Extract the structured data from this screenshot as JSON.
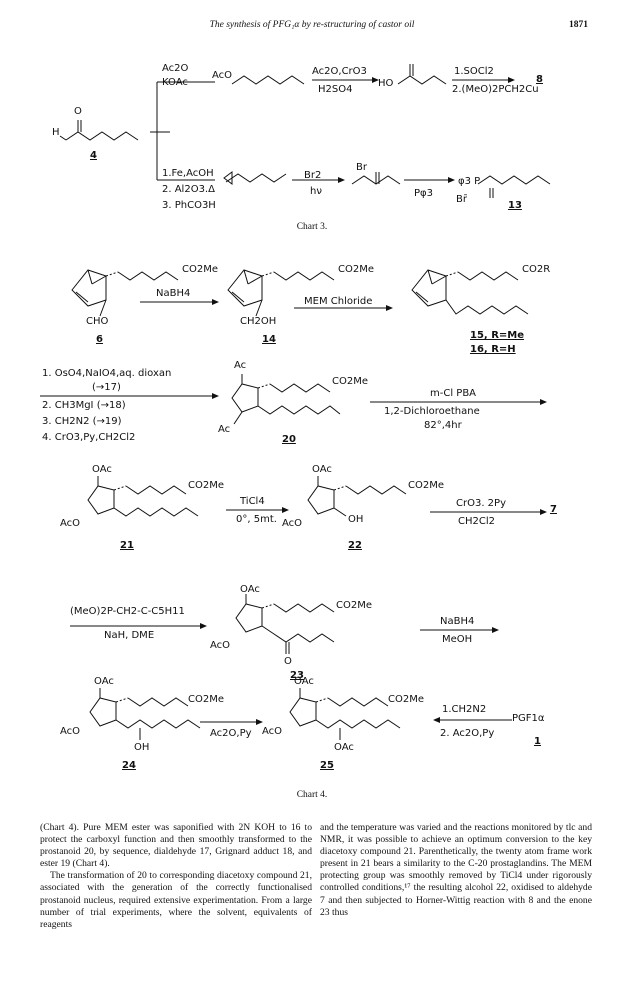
{
  "header": {
    "title": "The synthesis of PFG₁α by re-structuring of castor oil",
    "page_number": "1871"
  },
  "chart3": {
    "caption": "Chart 3.",
    "compound_4": "4",
    "upper_reagent": "Ac2O\nKOAc",
    "upper_ac": "AcO",
    "upper_reagent2_top": "Ac2O,CrO3",
    "upper_reagent2_bot": "H2SO4",
    "upper_ho": "HO",
    "upper_reagent3_top": "1.SOCl2",
    "upper_reagent3_bot": "2.(MeO)2PCH2Cu",
    "compound_8": "8",
    "lower_reagents": [
      "1.Fe,AcOH",
      "2. Al2O3.Δ",
      "3. PhCO3H"
    ],
    "br2": "Br2",
    "hv": "hν",
    "br": "Br",
    "pph3_reag": "Pφ3",
    "ph3p": "φ3 P",
    "brminus": "Br̄",
    "compound_13": "13"
  },
  "chart4": {
    "caption": "Chart 4.",
    "co2me": "CO2Me",
    "co2r": "CO2R",
    "cho": "CHO",
    "ch2oh": "CH2OH",
    "nabh4": "NaBH4",
    "mem_chloride": "MEM Chloride",
    "compound_6": "6",
    "compound_14": "14",
    "compound_15": "15, R=Me",
    "compound_16": "16, R=H",
    "step_reagents": [
      "1. OsO4,NaIO4,aq. dioxan",
      "(→17)",
      "2. CH3MgI (→18)",
      "3. CH2N2 (→19)",
      "4. CrO3,Py,CH2Cl2"
    ],
    "ac": "Ac",
    "compound_20": "20",
    "mcpba": "m-Cl PBA",
    "mcpba_solvent": "1,2-Dichloroethane",
    "mcpba_cond": "82°,4hr",
    "oac": "OAc",
    "aco": "AcO",
    "oh": "OH",
    "ticl4": "TiCl4",
    "ticl4_cond": "0°, 5mt.",
    "compound_21": "21",
    "compound_22": "22",
    "cro3": "CrO3. 2Py",
    "cro3_solvent": "CH2Cl2",
    "to_7": "7",
    "phosphonate": "(MeO)2P-CH2-C-C5H11",
    "phosphonate_cond": "NaH, DME",
    "compound_23": "23",
    "nabh4_2": "NaBH4",
    "meoh": "MeOH",
    "ac2o_py": "Ac2O,Py",
    "compound_24": "24",
    "compound_25": "25",
    "final_reag": [
      "1.CH2N2",
      "2. Ac2O,Py"
    ],
    "pgf": "PGF1α",
    "compound_1": "1"
  },
  "body": {
    "left_col": [
      "(Chart 4). Pure MEM ester was saponified with 2N KOH to 16 to protect the carboxyl function and then smoothly transformed to the prostanoid 20, by sequence, dialdehyde 17, Grignard adduct 18, and ester 19 (Chart 4).",
      "The transformation of 20 to corresponding diacetoxy compound 21, associated with the generation of the correctly functionalised prostanoid nucleus, required extensive experimentation. From a large number of trial experiments, where the solvent, equivalents of reagents"
    ],
    "right_col": [
      "and the temperature was varied and the reactions monitored by tlc and NMR, it was possible to achieve an optimum conversion to the key diacetoxy compound 21. Parenthetically, the twenty atom frame work present in 21 bears a similarity to the C-20 prostaglandins. The MEM protecting group was smoothly removed by TiCl4 under rigorously controlled conditions,¹⁷ the resulting alcohol 22, oxidised to aldehyde 7 and then subjected to Horner-Wittig reaction with 8 and the enone 23 thus"
    ]
  }
}
